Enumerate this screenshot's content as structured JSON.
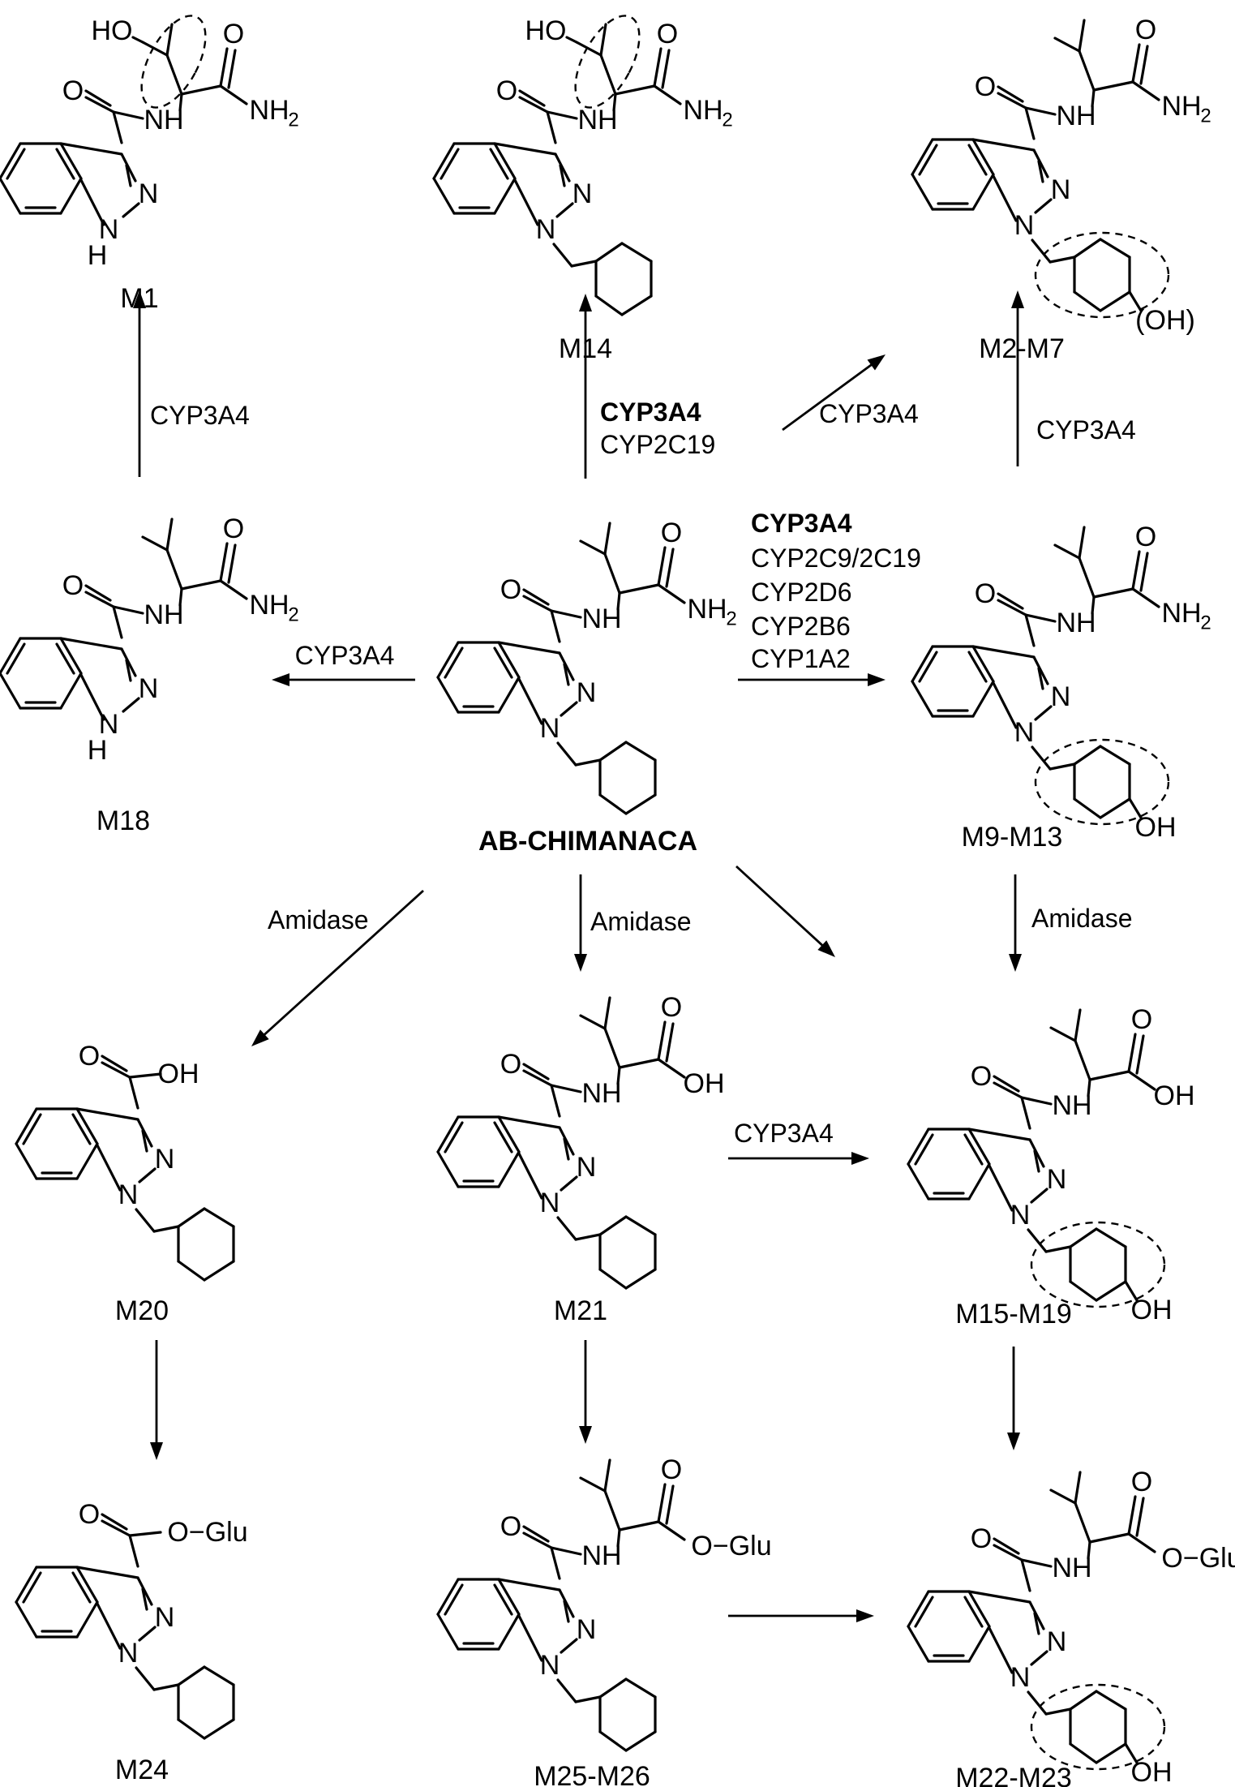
{
  "parent_name": "AB-CHIMANACA",
  "enzymes": {
    "m14": {
      "primary": "CYP3A4",
      "secondary": "CYP2C19"
    },
    "m2m7_from_parent": "CYP3A4",
    "m2m7_from_m9": "CYP3A4",
    "m1": "CYP3A4",
    "m18": "CYP3A4",
    "m9": {
      "primary": "CYP3A4",
      "others": [
        "CYP2C9/2C19",
        "CYP2D6",
        "CYP2B6",
        "CYP1A2"
      ]
    },
    "amidase_m20": "Amidase",
    "amidase_m21": "Amidase",
    "amidase_m15": "Amidase",
    "m21_to_m15": "CYP3A4"
  },
  "metabolites": {
    "m1": "M1",
    "m14": "M14",
    "m2m7": "M2-M7",
    "m18": "M18",
    "m9m13": "M9-M13",
    "m20": "M20",
    "m21": "M21",
    "m15m19": "M15-M19",
    "m24": "M24",
    "m25m26": "M25-M26",
    "m22m23": "M22-M23"
  },
  "atoms": {
    "n": "N",
    "nh": "NH",
    "h": "H",
    "o": "O",
    "oh": "OH",
    "ho": "HO",
    "nh2": "NH",
    "sub2": "2",
    "oh2": "(OH)",
    "o_glu": "O−Glu"
  }
}
